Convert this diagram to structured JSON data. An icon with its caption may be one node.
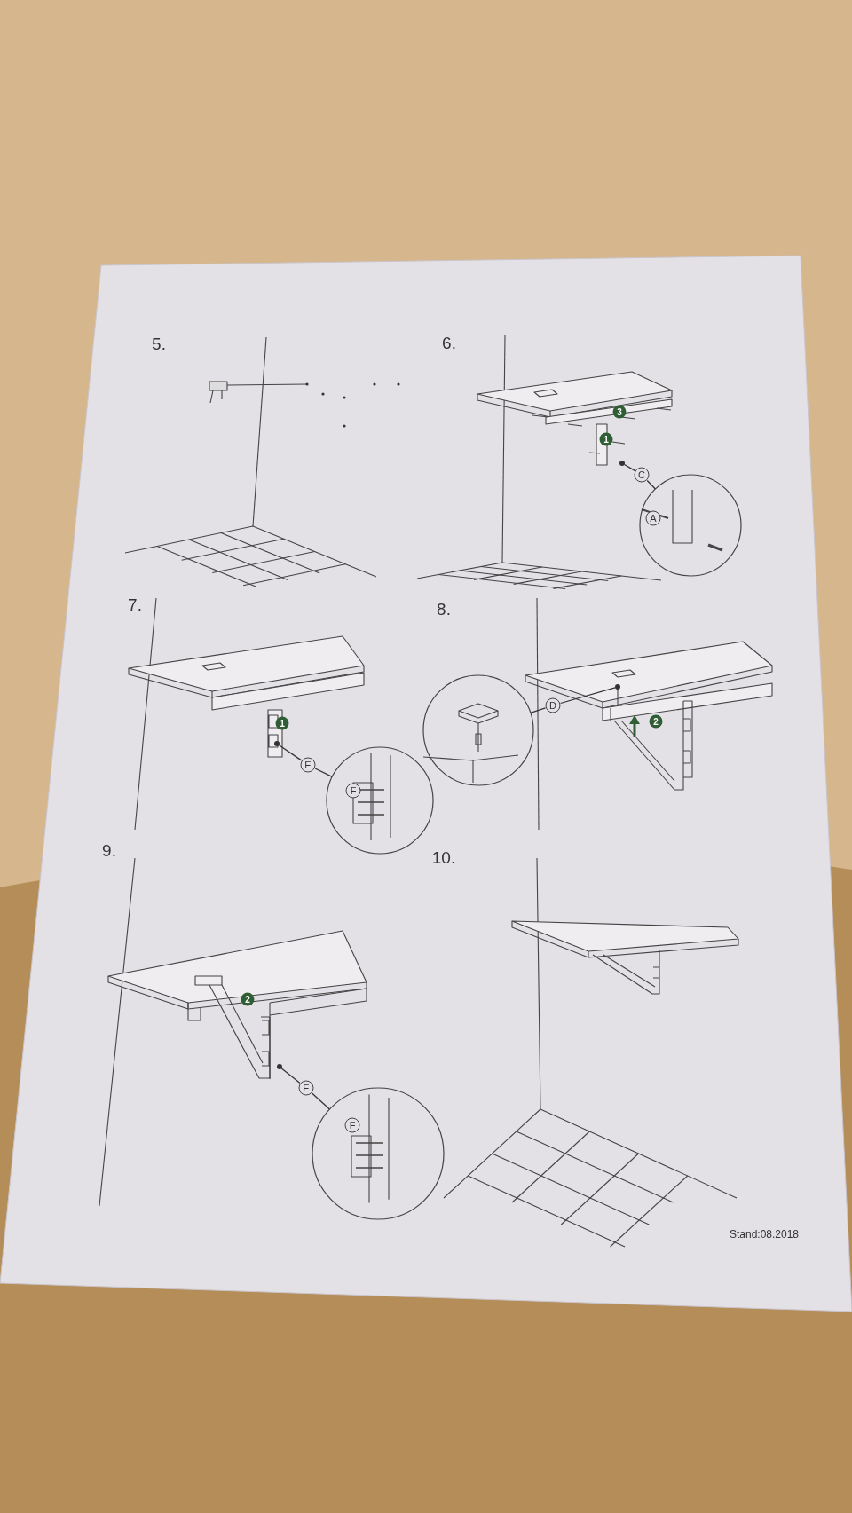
{
  "diagram": {
    "nodes": [
      {
        "text": [
          "C"
        ]
      },
      {
        "text": [],
        "shape": "circle"
      },
      {
        "text": [],
        "shape": "circle"
      },
      {
        "text": [
          "E"
        ]
      },
      {
        "text": [],
        "shape": "circle"
      },
      {
        "text": [],
        "shape": "circle"
      },
      {
        "text": [
          "D"
        ]
      },
      {
        "text": [],
        "shape": "circle"
      },
      {
        "text": [],
        "shape": "circle"
      },
      {
        "text": [
          "E"
        ]
      },
      {
        "text": [],
        "shape": "circle"
      },
      {
        "text": [],
        "shape": "circle"
      }
    ],
    "edges": [
      {
        "from": 0,
        "to": 1,
        "arrow": "none"
      },
      {
        "from": 0,
        "to": 2,
        "arrow": "none"
      },
      {
        "from": 3,
        "to": 4,
        "arrow": "none"
      },
      {
        "from": 3,
        "to": 5,
        "arrow": "none"
      },
      {
        "from": 6,
        "to": 7,
        "arrow": "none"
      },
      {
        "from": 6,
        "to": 8,
        "arrow": "none"
      },
      {
        "from": 9,
        "to": 10,
        "arrow": "none"
      },
      {
        "from": 9,
        "to": 11,
        "arrow": "none"
      }
    ],
    "labels": [
      "5.",
      "6.",
      "3",
      "1",
      "A",
      "7.",
      "8.",
      "1",
      "F",
      "2",
      "9.",
      "10.",
      "2",
      "F",
      "Stand:08.2018"
    ]
  }
}
